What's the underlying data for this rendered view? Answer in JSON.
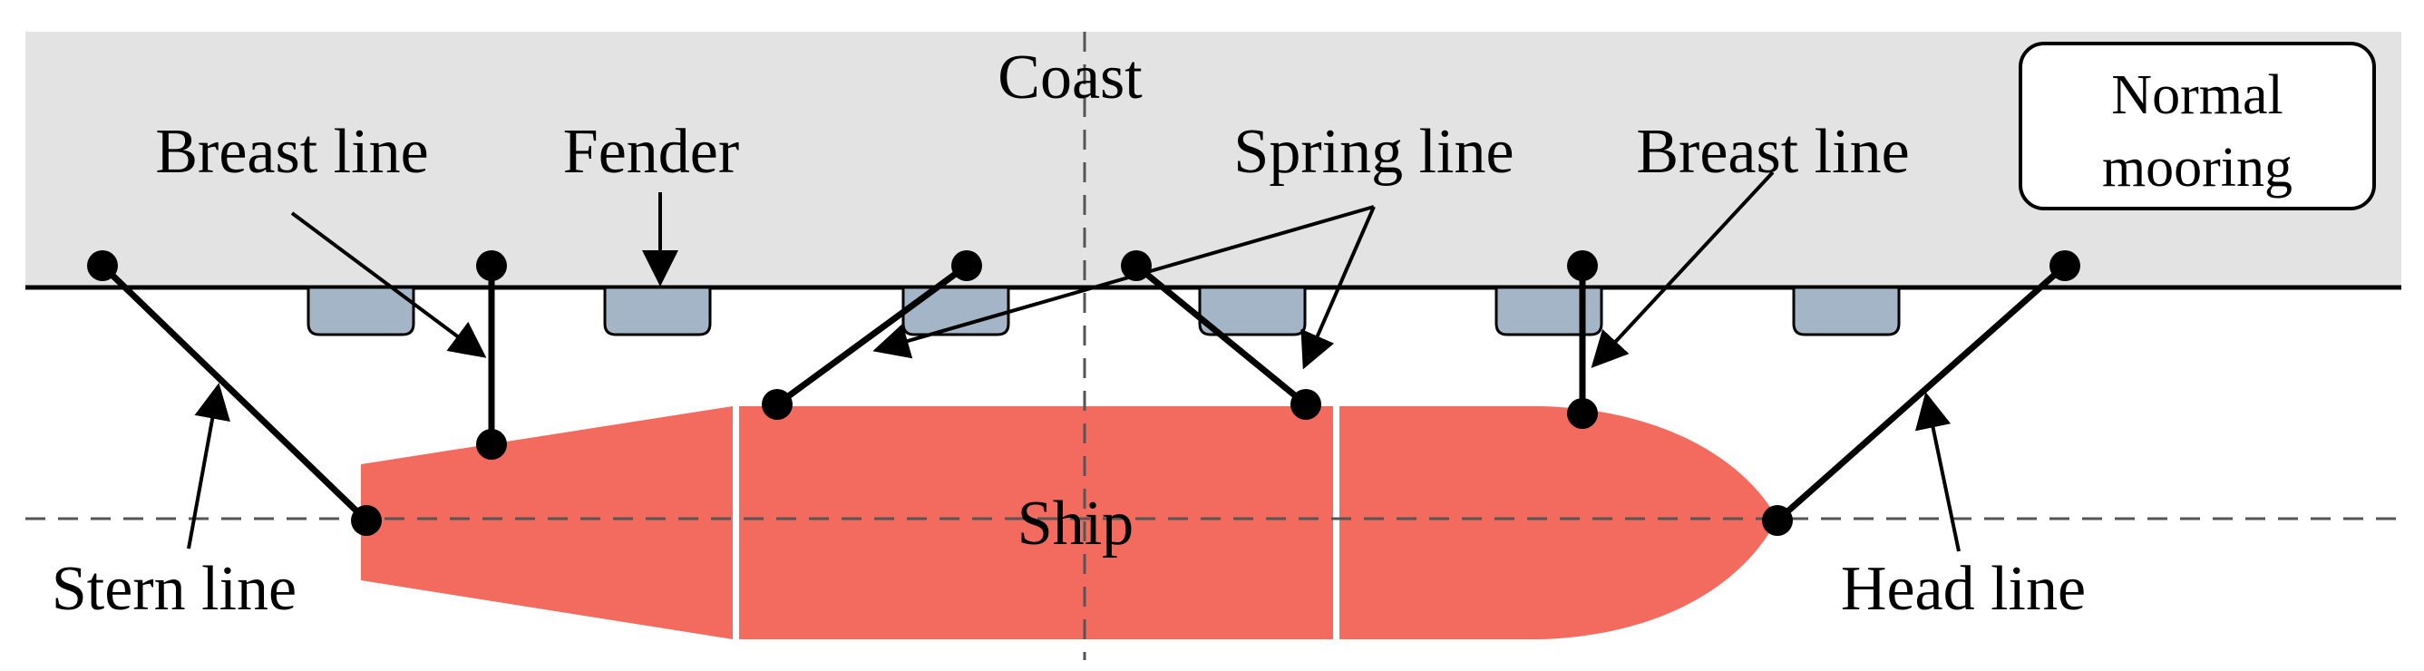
{
  "labels": {
    "coast": "Coast",
    "ship": "Ship",
    "fender": "Fender",
    "breast_line_left": "Breast line",
    "breast_line_right": "Breast line",
    "spring_line": "Spring line",
    "stern_line": "Stern line",
    "head_line": "Head line",
    "status_line1": "Normal",
    "status_line2": "mooring"
  },
  "colors": {
    "coast_fill": "#e3e3e3",
    "ship_fill": "#f26b5e",
    "fender_fill": "#a5b5c8",
    "line": "#000000"
  }
}
